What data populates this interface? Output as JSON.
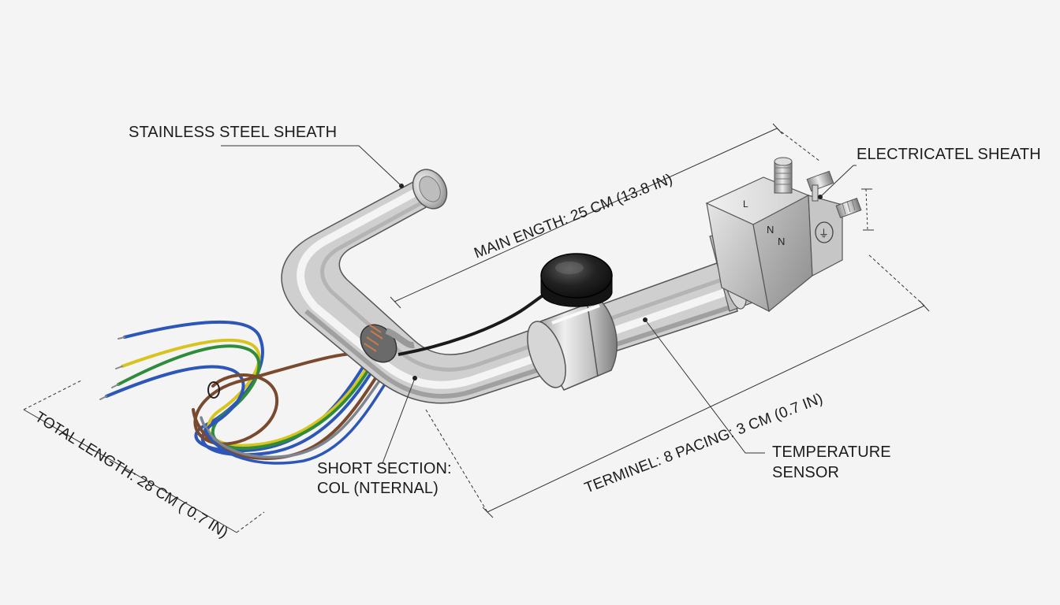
{
  "labels": {
    "stainless_sheath": "STAINLESS STEEL SHEATH",
    "electrical_sheath": "ELECTRICATEL SHEATH",
    "main_length": "MAIN ENGTH: 25 CM (13.8  IN)",
    "terminal_spacing": "TERMINEL: 8 PACING: 3 CM (0.7 IN)",
    "temperature_sensor_line1": "TEMPERATURE",
    "temperature_sensor_line2": "SENSOR",
    "short_section_line1": "SHORT SECTION:",
    "short_section_line2": "COL (NTERNAL)",
    "total_length": "TOTAL LENGTH: 28 CM ( 0.7 IN)"
  },
  "terminal_markings": [
    "L",
    "N",
    "N",
    "⏚"
  ],
  "colors": {
    "background": "#f4f4f4",
    "steel_light": "#f2f2f2",
    "steel_mid": "#b4b4b4",
    "steel_dark": "#6e6e6e",
    "sensor_black": "#1a1a1a",
    "wire_blue": "#2c57b8",
    "wire_brown": "#7a4a2e",
    "wire_yellow": "#d8c41e",
    "wire_green": "#2f8c3a",
    "wire_gray": "#7d8590",
    "leader_line": "#333333"
  }
}
